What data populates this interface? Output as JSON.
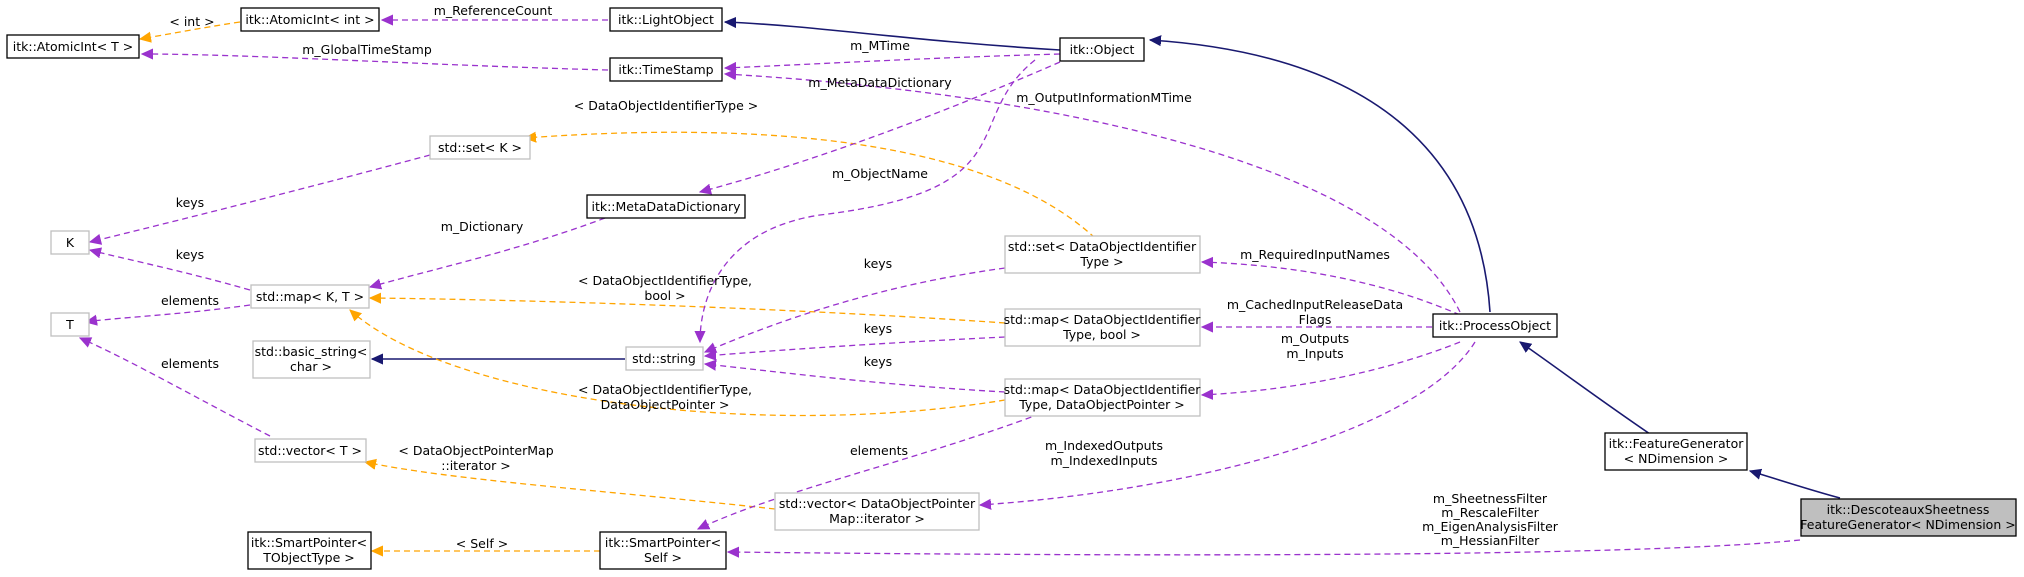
{
  "nodes": {
    "atomic_int_T": [
      "itk::AtomicInt< T >"
    ],
    "atomic_int_int": [
      "itk::AtomicInt< int >"
    ],
    "light_object": [
      "itk::LightObject"
    ],
    "object": [
      "itk::Object"
    ],
    "time_stamp": [
      "itk::TimeStamp"
    ],
    "set_K": [
      "std::set< K >"
    ],
    "meta_data_dictionary": [
      "itk::MetaDataDictionary"
    ],
    "K": [
      "K"
    ],
    "map_K_T": [
      "std::map< K, T >"
    ],
    "T": [
      "T"
    ],
    "basic_string": [
      "std::basic_string<",
      "char >"
    ],
    "string": [
      "std::string"
    ],
    "set_doi_type": [
      "std::set< DataObjectIdentifier",
      "Type >"
    ],
    "map_doi_bool": [
      "std::map< DataObjectIdentifier",
      "Type, bool >"
    ],
    "map_doi_ptr": [
      "std::map< DataObjectIdentifier",
      "Type, DataObjectPointer >"
    ],
    "process_object": [
      "itk::ProcessObject"
    ],
    "vector_T": [
      "std::vector< T >"
    ],
    "feature_generator": [
      "itk::FeatureGenerator",
      "< NDimension >"
    ],
    "vector_dop_iter": [
      "std::vector< DataObjectPointer",
      "Map::iterator >"
    ],
    "descoteaux": [
      "itk::DescoteauxSheetness",
      "FeatureGenerator< NDimension >"
    ],
    "smart_ptr_T": [
      "itk::SmartPointer<",
      "TObjectType >"
    ],
    "smart_ptr_self": [
      "itk::SmartPointer<",
      "Self >"
    ]
  },
  "edge_labels": {
    "int": [
      "< int >"
    ],
    "reference_count": [
      "m_ReferenceCount"
    ],
    "global_time_stamp": [
      "m_GlobalTimeStamp"
    ],
    "mtime": [
      "m_MTime"
    ],
    "meta_data_dictionary": [
      "m_MetaDataDictionary"
    ],
    "output_information_mtime": [
      "m_OutputInformationMTime"
    ],
    "doi_type": [
      "< DataObjectIdentifierType >"
    ],
    "keys_set": [
      "keys"
    ],
    "object_name": [
      "m_ObjectName"
    ],
    "dictionary": [
      "m_Dictionary"
    ],
    "keys_map": [
      "keys"
    ],
    "elements_map": [
      "elements"
    ],
    "required_input_names": [
      "m_RequiredInputNames"
    ],
    "keys_set_doi": [
      "keys"
    ],
    "doi_type_bool": [
      "< DataObjectIdentifierType,",
      "bool >"
    ],
    "cached_input_release": [
      "m_CachedInputReleaseData",
      "Flags"
    ],
    "keys_map_bool": [
      "keys"
    ],
    "outputs_inputs": [
      "m_Outputs",
      "m_Inputs"
    ],
    "keys_map_ptr": [
      "keys"
    ],
    "elements_vector": [
      "elements"
    ],
    "doi_type_ptr": [
      "< DataObjectIdentifierType,",
      "DataObjectPointer >"
    ],
    "dop_map_iterator": [
      "< DataObjectPointerMap",
      "::iterator >"
    ],
    "elements_vector_dop": [
      "elements"
    ],
    "indexed_outputs_inputs": [
      "m_IndexedOutputs",
      "m_IndexedInputs"
    ],
    "filters": [
      "m_SheetnessFilter",
      "m_RescaleFilter",
      "m_EigenAnalysisFilter",
      "m_HessianFilter"
    ],
    "self": [
      "< Self >"
    ]
  }
}
